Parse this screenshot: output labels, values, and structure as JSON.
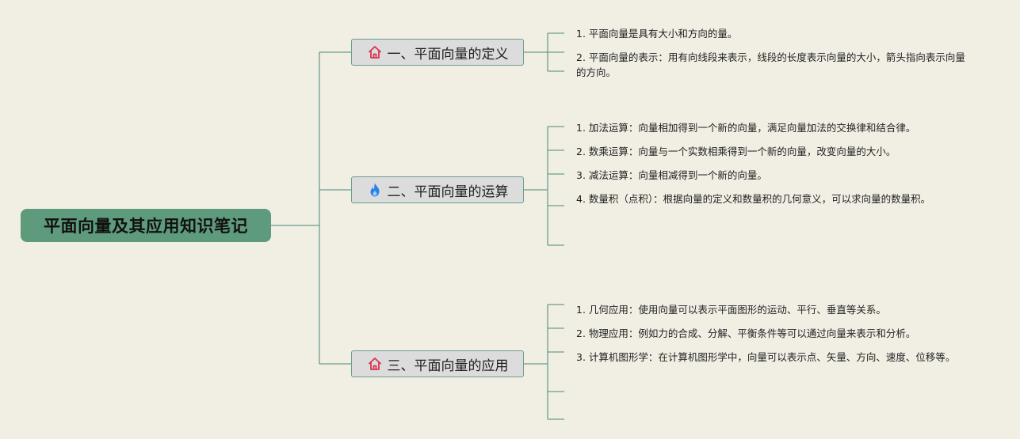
{
  "root": {
    "title": "平面向量及其应用知识笔记"
  },
  "branches": [
    {
      "icon": "house-icon",
      "label": "一、平面向量的定义",
      "items": [
        "1. 平面向量是具有大小和方向的量。",
        "2. 平面向量的表示：用有向线段来表示，线段的长度表示向量的大小，箭头指向表示向量的方向。"
      ]
    },
    {
      "icon": "flame-icon",
      "label": "二、平面向量的运算",
      "items": [
        "1. 加法运算：向量相加得到一个新的向量，满足向量加法的交换律和结合律。",
        "2. 数乘运算：向量与一个实数相乘得到一个新的向量，改变向量的大小。",
        "3. 减法运算：向量相减得到一个新的向量。",
        "4. 数量积（点积）：根据向量的定义和数量积的几何意义，可以求向量的数量积。"
      ]
    },
    {
      "icon": "house-icon",
      "label": "三、平面向量的应用",
      "items": [
        "1. 几何应用：使用向量可以表示平面图形的运动、平行、垂直等关系。",
        "2. 物理应用：例如力的合成、分解、平衡条件等可以通过向量来表示和分析。",
        "3. 计算机图形学：在计算机图形学中，向量可以表示点、矢量、方向、速度、位移等。"
      ]
    }
  ],
  "colors": {
    "background": "#f1eee4",
    "root_fill": "#5e9a7c",
    "branch_fill": "#dcdcdc",
    "connector": "#6a9e8e",
    "house_icon": "#d8344f",
    "flame_icon": "#2a82e4"
  }
}
